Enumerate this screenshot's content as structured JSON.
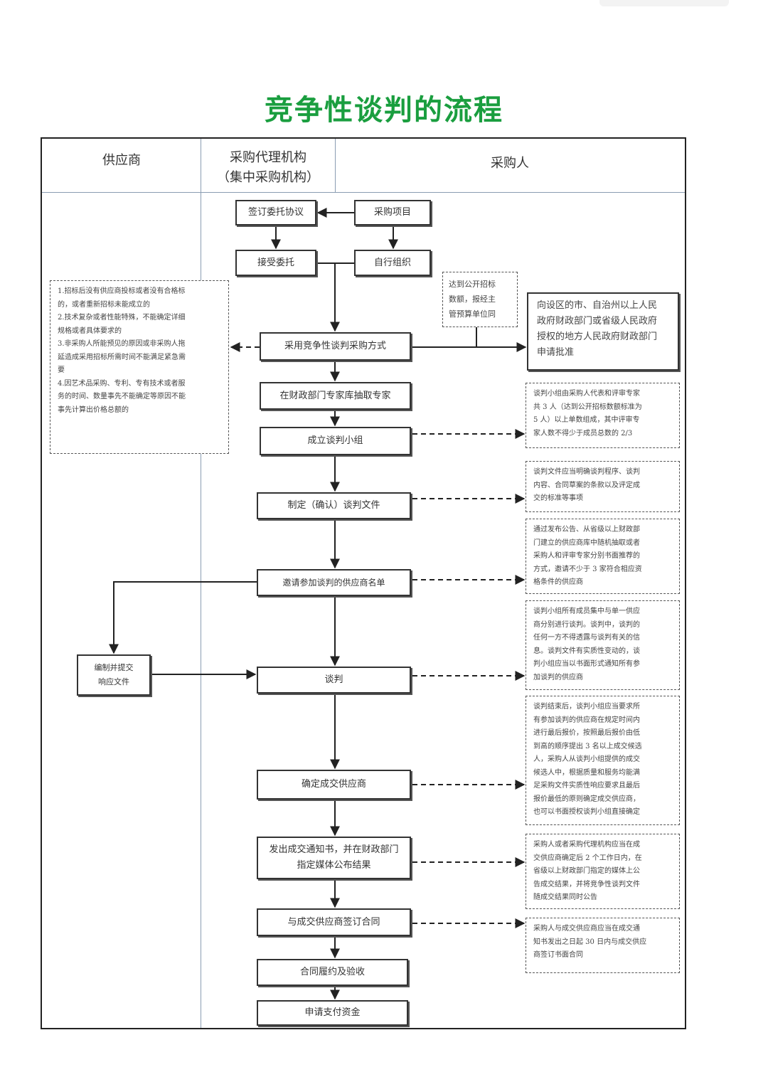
{
  "title": "竞争性谈判的流程",
  "lanes": {
    "supplier": "供应商",
    "agency_line1": "采购代理机构",
    "agency_line2": "（集中采购机构）",
    "purchaser": "采购人"
  },
  "steps": {
    "sign_agreement": "签订委托协议",
    "purchase_project": "采购项目",
    "accept_entrust": "接受委托",
    "self_organize": "自行组织",
    "adopt_method": "采用竞争性谈判采购方式",
    "draw_experts": "在财政部门专家库抽取专家",
    "form_group": "成立谈判小组",
    "make_documents": "制定（确认）谈判文件",
    "invite_list": "邀请参加谈判的供应商名单",
    "negotiate": "谈判",
    "prepare_response": "编制并提交响应文件",
    "determine_supplier": "确定成交供应商",
    "issue_notice": "发出成交通知书，并在财政部门指定媒体公布结果",
    "sign_contract": "与成交供应商签订合同",
    "perform_accept": "合同履约及验收",
    "apply_payment": "申请支付资金"
  },
  "notes": {
    "conditions": [
      "1.招标后没有供应商投标或者没有合格标",
      "的，或者重新招标未能成立的",
      "2.技术复杂或者性能特殊，不能确定详细",
      "规格或者具体要求的",
      "3.非采购人所能预见的原因或非采购人拖",
      "延造成采用招标所需时间不能满足紧急需",
      "要",
      "4.因艺术品采购、专利、专有技术或者服",
      "务的时间、数量事先不能确定等原因不能",
      "事先计算出价格总额的"
    ],
    "threshold": [
      "达到公开招标",
      "数额，报经主",
      "管预算单位同"
    ],
    "approval": [
      "向设区的市、自治州以上人民",
      "政府财政部门或省级人民政府",
      "授权的地方人民政府财政部门",
      "申请批准"
    ],
    "group": [
      "谈判小组由采购人代表和评审专家",
      "共 3 人（达到公开招标数额标准为",
      "5 人）以上单数组成，其中评审专",
      "家人数不得少于成员总数的 2/3"
    ],
    "documents": [
      "谈判文件应当明确谈判程序、谈判",
      "内容、合同草案的条款以及评定成",
      "交的标准等事项"
    ],
    "invite": [
      "通过发布公告、从省级以上财政部",
      "门建立的供应商库中随机抽取或者",
      "采购人和评审专家分别书面推荐的",
      "方式，邀请不少于 3 家符合相应资",
      "格条件的供应商"
    ],
    "negotiation": [
      "谈判小组所有成员集中与单一供应",
      "商分别进行谈判。谈判中，谈判的",
      "任何一方不得透露与谈判有关的信",
      "息。谈判文件有实质性变动的，谈",
      "判小组应当以书面形式通知所有参",
      "加谈判的供应商"
    ],
    "determine": [
      "谈判结束后，谈判小组应当要求所",
      "有参加谈判的供应商在规定时间内",
      "进行最后报价，按照最后报价由低",
      "到高的顺序提出 3 名以上成交候选",
      "人，采购人从谈判小组提供的成交",
      "候选人中，根据质量和服务均能满",
      "足采购文件实质性响应要求且最后",
      "报价最低的原则确定成交供应商，",
      "也可以书面授权谈判小组直接确定"
    ],
    "announce": [
      "采购人或者采购代理机构应当在成",
      "交供应商确定后 2 个工作日内，在",
      "省级以上财政部门指定的媒体上公",
      "告成交结果，并将竞争性谈判文件",
      "随成交结果同时公告"
    ],
    "contract": [
      "采购人与成交供应商应当在成交通",
      "知书发出之日起 30 日内与成交供应",
      "商签订书面合同"
    ]
  },
  "colors": {
    "title": "#1a9e3f",
    "lane_divider": "#8a9db2",
    "stroke": "#222222"
  }
}
